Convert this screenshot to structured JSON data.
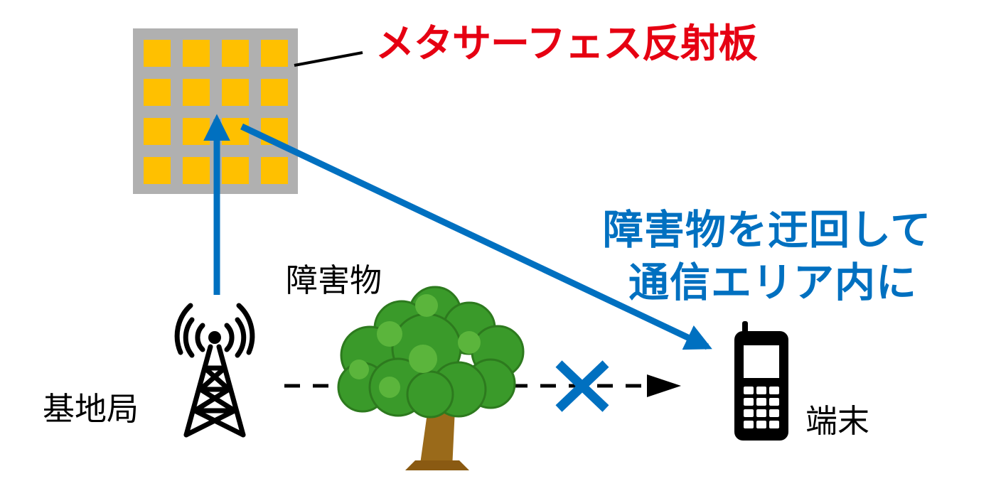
{
  "labels": {
    "metasurface": "メタサーフェス反射板",
    "detour_line1": "障害物を迂回して",
    "detour_line2": "通信エリア内に",
    "obstacle": "障害物",
    "base_station": "基地局",
    "terminal": "端末"
  },
  "colors": {
    "title_red": "#e60012",
    "accent_blue": "#0070c0",
    "panel_gray": "#b0b0b0",
    "cell_yellow": "#ffc000",
    "tree_green": "#3a9a2a",
    "trunk_brown": "#9a6a1a"
  },
  "icons": [
    "metasurface-panel",
    "antenna-tower-icon",
    "tree-icon",
    "mobile-phone-icon",
    "blocked-x-icon"
  ]
}
